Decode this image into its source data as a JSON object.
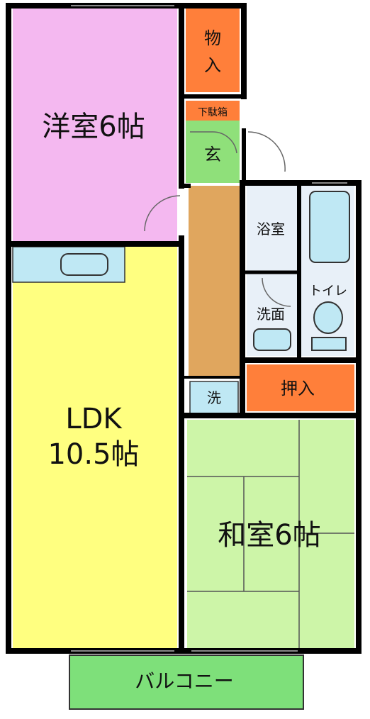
{
  "rooms": {
    "western_room": "洋室6帖",
    "storage_top": "物入",
    "shoe_box": "下駄箱",
    "entrance": "玄",
    "bath": "浴室",
    "washroom": "洗面",
    "toilet": "トイレ",
    "washer": "洗",
    "closet": "押入",
    "ldk_line1": "LDK",
    "ldk_line2": "10.5帖",
    "japanese_room": "和室6帖",
    "balcony": "バルコニー"
  },
  "colors": {
    "western_room": "#f4b8f0",
    "storage": "#ff7f3a",
    "entrance": "#8fe07a",
    "hallway": "#e0a65e",
    "wet_area": "#e8f0f8",
    "fixture": "#bfe8f4",
    "ldk": "#ffff80",
    "japanese_room": "#cdf5a8",
    "balcony": "#7ee07a",
    "wall": "#000000"
  }
}
